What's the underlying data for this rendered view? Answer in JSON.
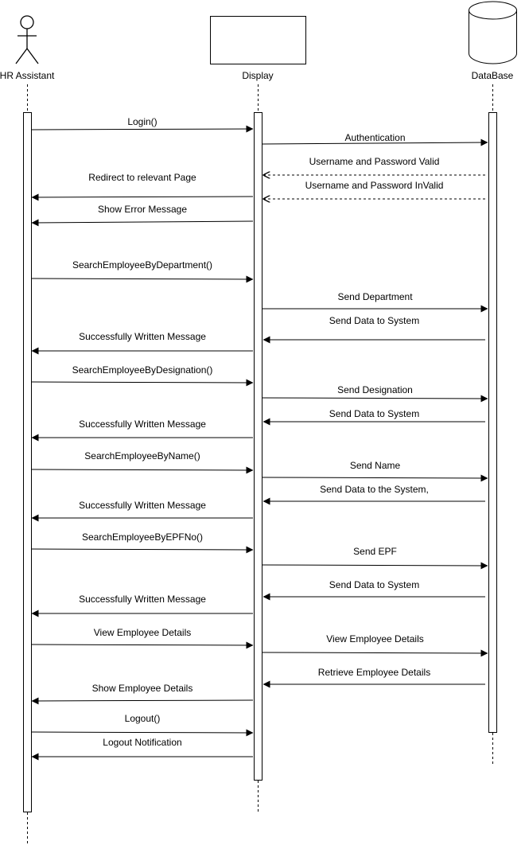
{
  "participants": {
    "actor": {
      "label": "HR Assistant",
      "icon": "stick-figure-actor-icon"
    },
    "display": {
      "label": "Display",
      "icon": "boundary-box"
    },
    "database": {
      "label": "DataBase",
      "icon": "database-cylinder-icon"
    }
  },
  "messages": [
    {
      "id": "login",
      "label": "Login()",
      "from": "actor",
      "to": "display",
      "style": "solid"
    },
    {
      "id": "authentication",
      "label": "Authentication",
      "from": "display",
      "to": "database",
      "style": "solid"
    },
    {
      "id": "valid",
      "label": "Username and Password Valid",
      "from": "database",
      "to": "display",
      "style": "dashed"
    },
    {
      "id": "redirect",
      "label": "Redirect to relevant Page",
      "from": "display",
      "to": "actor",
      "style": "solid"
    },
    {
      "id": "invalid",
      "label": "Username and Password InValid",
      "from": "database",
      "to": "display",
      "style": "dashed"
    },
    {
      "id": "error",
      "label": "Show Error Message",
      "from": "display",
      "to": "actor",
      "style": "solid"
    },
    {
      "id": "search-dept",
      "label": "SearchEmployeeByDepartment()",
      "from": "actor",
      "to": "display",
      "style": "solid"
    },
    {
      "id": "send-dept",
      "label": "Send Department",
      "from": "display",
      "to": "database",
      "style": "solid"
    },
    {
      "id": "data-dept",
      "label": "Send Data to System",
      "from": "database",
      "to": "display",
      "style": "solid"
    },
    {
      "id": "success-dept",
      "label": "Successfully Written Message",
      "from": "display",
      "to": "actor",
      "style": "solid"
    },
    {
      "id": "search-desig",
      "label": "SearchEmployeeByDesignation()",
      "from": "actor",
      "to": "display",
      "style": "solid"
    },
    {
      "id": "send-desig",
      "label": "Send Designation",
      "from": "display",
      "to": "database",
      "style": "solid"
    },
    {
      "id": "data-desig",
      "label": "Send Data to System",
      "from": "database",
      "to": "display",
      "style": "solid"
    },
    {
      "id": "success-desig",
      "label": "Successfully Written Message",
      "from": "display",
      "to": "actor",
      "style": "solid"
    },
    {
      "id": "search-name",
      "label": "SearchEmployeeByName()",
      "from": "actor",
      "to": "display",
      "style": "solid"
    },
    {
      "id": "send-name",
      "label": "Send Name",
      "from": "display",
      "to": "database",
      "style": "solid"
    },
    {
      "id": "data-name",
      "label": "Send Data to the System,",
      "from": "database",
      "to": "display",
      "style": "solid"
    },
    {
      "id": "success-name",
      "label": "Successfully Written Message",
      "from": "display",
      "to": "actor",
      "style": "solid"
    },
    {
      "id": "search-epf",
      "label": "SearchEmployeeByEPFNo()",
      "from": "actor",
      "to": "display",
      "style": "solid"
    },
    {
      "id": "send-epf",
      "label": "Send EPF",
      "from": "display",
      "to": "database",
      "style": "solid"
    },
    {
      "id": "data-epf",
      "label": "Send Data to System",
      "from": "database",
      "to": "display",
      "style": "solid"
    },
    {
      "id": "success-epf",
      "label": "Successfully Written Message",
      "from": "display",
      "to": "actor",
      "style": "solid"
    },
    {
      "id": "view-details-1",
      "label": "View Employee Details",
      "from": "actor",
      "to": "display",
      "style": "solid"
    },
    {
      "id": "view-details-2",
      "label": "View Employee Details",
      "from": "display",
      "to": "database",
      "style": "solid"
    },
    {
      "id": "retrieve-details",
      "label": "Retrieve Employee Details",
      "from": "database",
      "to": "display",
      "style": "solid"
    },
    {
      "id": "show-details",
      "label": "Show Employee Details",
      "from": "display",
      "to": "actor",
      "style": "solid"
    },
    {
      "id": "logout",
      "label": "Logout()",
      "from": "actor",
      "to": "display",
      "style": "solid"
    },
    {
      "id": "logout-notify",
      "label": "Logout Notification",
      "from": "display",
      "to": "actor",
      "style": "solid"
    }
  ]
}
